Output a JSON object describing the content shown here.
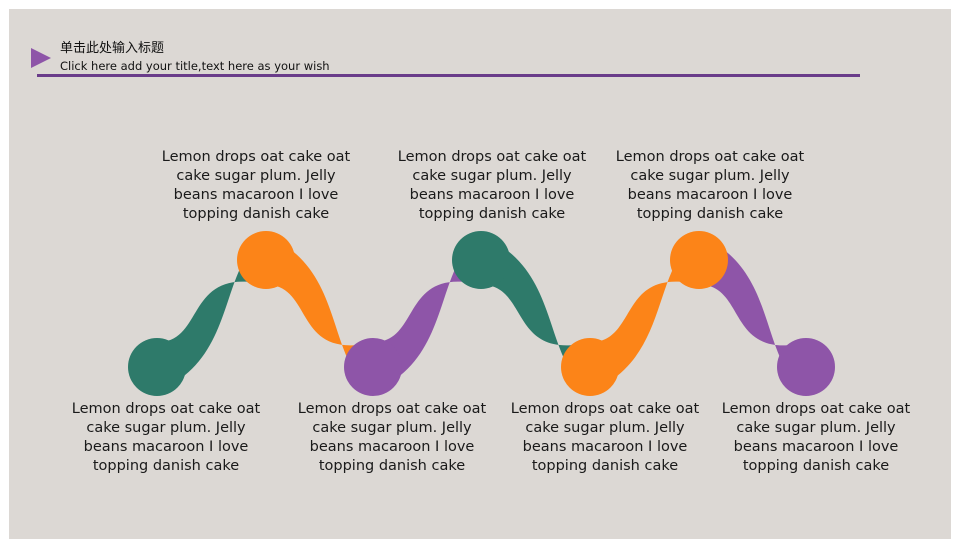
{
  "header": {
    "title_cn": "单击此处输入标题",
    "subtitle_en": "Click here add your title,text here as your wish"
  },
  "colors": {
    "background": "#dcd8d4",
    "accent": "#8e55a8",
    "rule": "#6a3c8a",
    "green": "#2e7a6a",
    "orange": "#fc8418",
    "purple": "#8e55a8"
  },
  "nodes": [
    {
      "id": "n1",
      "color": "green",
      "label": [
        "Lemon drops oat cake oat",
        "cake sugar plum. Jelly",
        "beans macaroon I love",
        "topping danish cake"
      ]
    },
    {
      "id": "n2",
      "color": "orange",
      "label": [
        "Lemon drops oat cake oat",
        "cake sugar plum. Jelly",
        "beans macaroon I love",
        "topping danish cake"
      ]
    },
    {
      "id": "n3",
      "color": "purple",
      "label": [
        "Lemon drops oat cake oat",
        "cake sugar plum. Jelly",
        "beans macaroon I love",
        "topping danish cake"
      ]
    },
    {
      "id": "n4",
      "color": "green",
      "label": [
        "Lemon drops oat cake oat",
        "cake sugar plum. Jelly",
        "beans macaroon I love",
        "topping danish cake"
      ]
    },
    {
      "id": "n5",
      "color": "orange",
      "label": [
        "Lemon drops oat cake oat",
        "cake sugar plum. Jelly",
        "beans macaroon I love",
        "topping danish cake"
      ]
    },
    {
      "id": "n6",
      "color": "orange",
      "label": [
        "Lemon drops oat cake oat",
        "cake sugar plum. Jelly",
        "beans macaroon I love",
        "topping danish cake"
      ]
    },
    {
      "id": "n7",
      "color": "purple",
      "label": [
        "Lemon drops oat cake oat",
        "cake sugar plum. Jelly",
        "beans macaroon I love",
        "topping danish cake"
      ]
    }
  ],
  "connectors": [
    {
      "from": "n1",
      "to": "n2",
      "color": "green"
    },
    {
      "from": "n2",
      "to": "n3",
      "color": "orange"
    },
    {
      "from": "n3",
      "to": "n4",
      "color": "purple"
    },
    {
      "from": "n4",
      "to": "n5",
      "color": "green"
    },
    {
      "from": "n5",
      "to": "n6",
      "color": "orange"
    },
    {
      "from": "n6",
      "to": "n7",
      "color": "purple"
    }
  ]
}
